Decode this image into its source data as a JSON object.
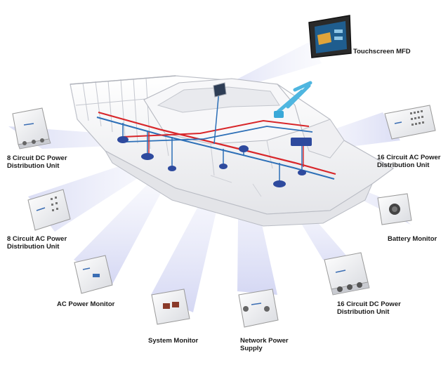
{
  "labels": {
    "touchscreen_mfd": "Touchscreen MFD",
    "dc8": [
      "8 Circuit DC Power",
      "Distribution Unit"
    ],
    "ac16": [
      "16 Circuit AC Power",
      "Distribution Unit"
    ],
    "ac8": [
      "8 Circuit AC Power",
      "Distribution Unit"
    ],
    "battery_monitor": "Battery Monitor",
    "ac_power_monitor": "AC Power Monitor",
    "system_monitor": "System Monitor",
    "network_power_supply": [
      "Network Power",
      "Supply"
    ],
    "dc16": [
      "16 Circuit DC Power",
      "Distribution Unit"
    ]
  },
  "colors": {
    "ac_line": "#d8262a",
    "dc_line": "#2c6fb7",
    "node": "#2e4a9e",
    "beam": "#d9dcf4",
    "hull": "#f2f2f2",
    "outline": "#b9bcc4"
  },
  "icons": [
    "touchscreen-mfd-icon",
    "dc8-unit-icon",
    "ac16-unit-icon",
    "ac8-unit-icon",
    "battery-monitor-icon",
    "ac-power-monitor-icon",
    "system-monitor-icon",
    "network-power-supply-icon",
    "dc16-unit-icon",
    "antenna-icon"
  ]
}
